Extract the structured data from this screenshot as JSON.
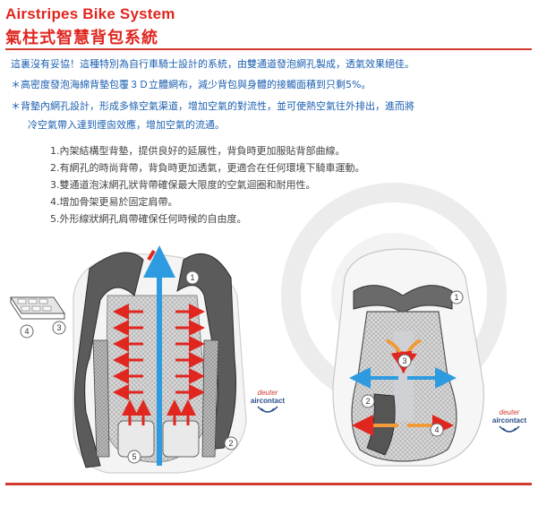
{
  "header": {
    "title_en": "Airstripes Bike System",
    "title_zh": "氣柱式智慧背包系統"
  },
  "intro": {
    "p1": "這裏沒有妥協！這種特別為自行車騎士設計的系統，由雙通道發泡網孔製成，透氣效果絕佳。",
    "p2": "＊高密度發泡海綿背墊包覆３Ｄ立體網布，減少背包與身體的接觸面積到只剩5%。",
    "p3a": "＊背墊內網孔設計，形成多條空氣渠道，增加空氣的對流性，並可使熱空氣往外排出，進而將",
    "p3b": "冷空氣帶入達到煙囪效應，增加空氣的流通。"
  },
  "features": [
    "1.內架結構型背墊，提供良好的延展性，背負時更加服貼背部曲線。",
    "2.有網孔的時尚背帶，背負時更加透氣，更適合在任何環境下騎車運動。",
    "3.雙通道泡沫網孔狀背帶確保最大限度的空氣迴圈和耐用性。",
    "4.增加骨架更易於固定肩帶。",
    "5.外形線狀網孔肩帶確保任何時候的自由度。"
  ],
  "logos": {
    "left_l1": "deuter",
    "left_l2": "aircontact",
    "right_l1": "deuter",
    "right_l2": "aircontact"
  },
  "callouts": {
    "c1": "1",
    "c2": "2",
    "c3": "3",
    "c4": "4",
    "c5": "5"
  },
  "colors": {
    "title": "#e0261f",
    "body_blue": "#1b5fb0",
    "arrow_red": "#e0261f",
    "arrow_blue": "#2e9be0"
  }
}
